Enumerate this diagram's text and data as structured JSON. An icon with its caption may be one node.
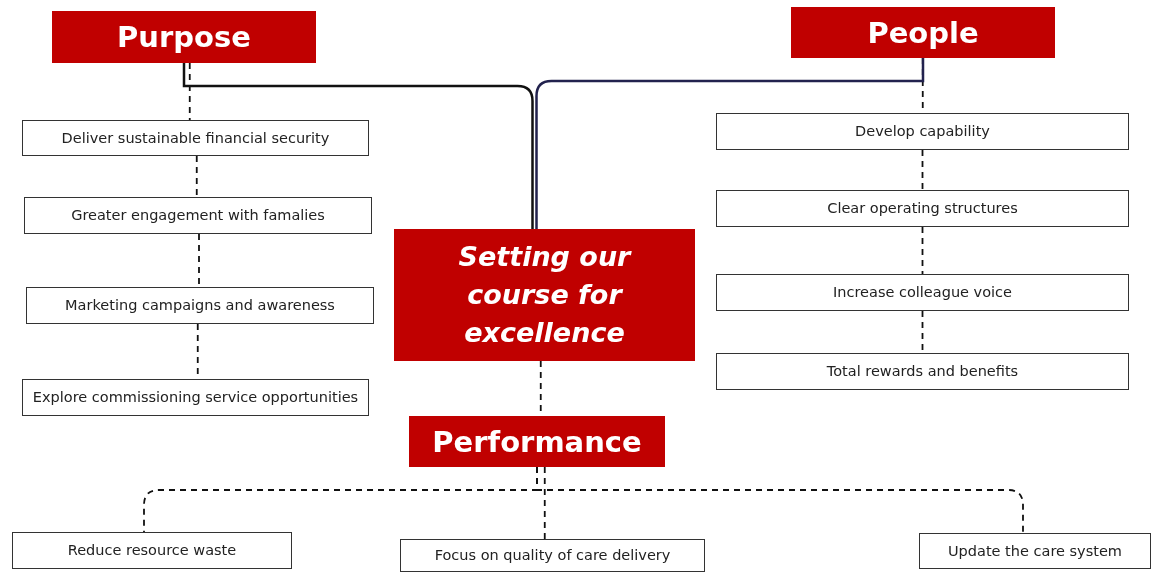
{
  "diagram": {
    "nodes": [
      {
        "text": [
          "Purpose"
        ]
      },
      {
        "text": [
          "Deliver sustainable financial security"
        ]
      },
      {
        "text": [
          "Greater engagement with famalies"
        ]
      },
      {
        "text": [
          "Marketing campaigns and awareness"
        ]
      },
      {
        "text": [
          "Explore commissioning service opportunities"
        ]
      },
      {
        "text": [
          "People"
        ]
      },
      {
        "text": [
          "Develop capability"
        ]
      },
      {
        "text": [
          "Clear operating structures"
        ]
      },
      {
        "text": [
          "Increase colleague voice"
        ]
      },
      {
        "text": [
          "Total rewards and benefits"
        ]
      },
      {
        "text": [
          "Setting our course for excellence"
        ]
      },
      {
        "text": [
          "Performance"
        ]
      },
      {
        "text": [
          "Reduce resource waste"
        ]
      },
      {
        "text": [
          "Focus on quality of care delivery"
        ]
      },
      {
        "text": [
          "Update the care system"
        ]
      }
    ],
    "edges": [
      {
        "from": 0,
        "to": 1,
        "arrow": "none",
        "style": "dashed"
      },
      {
        "from": 1,
        "to": 2,
        "arrow": "none",
        "style": "dashed"
      },
      {
        "from": 2,
        "to": 3,
        "arrow": "none",
        "style": "dashed"
      },
      {
        "from": 3,
        "to": 4,
        "arrow": "none",
        "style": "dashed"
      },
      {
        "from": 5,
        "to": 6,
        "arrow": "none",
        "style": "dashed"
      },
      {
        "from": 6,
        "to": 7,
        "arrow": "none",
        "style": "dashed"
      },
      {
        "from": 7,
        "to": 8,
        "arrow": "none",
        "style": "dashed"
      },
      {
        "from": 8,
        "to": 9,
        "arrow": "none",
        "style": "dashed"
      },
      {
        "from": 0,
        "to": 10,
        "arrow": "none"
      },
      {
        "from": 5,
        "to": 10,
        "arrow": "none",
        "color": "#22224e"
      },
      {
        "from": 10,
        "to": 11,
        "arrow": "none",
        "style": "dashed"
      },
      {
        "from": 11,
        "to": 12,
        "arrow": "none",
        "style": "dashed"
      },
      {
        "from": 11,
        "to": 13,
        "arrow": "none",
        "style": "dashed"
      },
      {
        "from": 11,
        "to": 14,
        "arrow": "none",
        "style": "dashed"
      }
    ]
  }
}
